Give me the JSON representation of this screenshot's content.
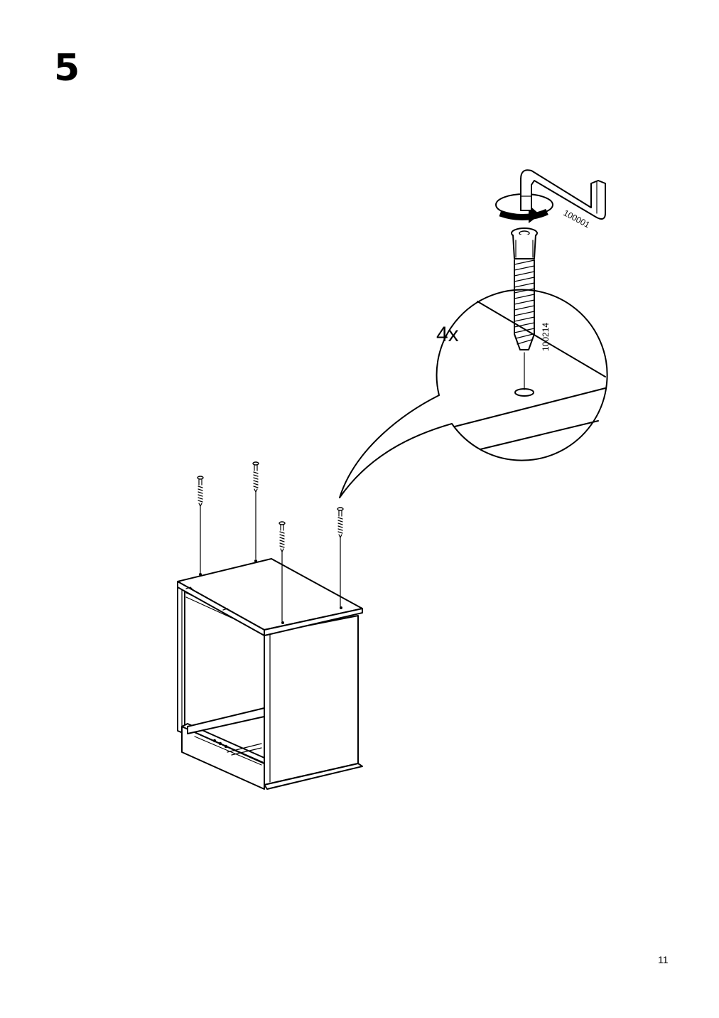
{
  "step": {
    "number": "5"
  },
  "detail": {
    "quantity": "4x",
    "screw_part_number": "100214",
    "key_part_number": "100001"
  },
  "footer": {
    "page_number": "11"
  },
  "icons": [
    "allen-key-icon",
    "rotate-clockwise-icon",
    "screw-icon",
    "magnifier-callout"
  ]
}
